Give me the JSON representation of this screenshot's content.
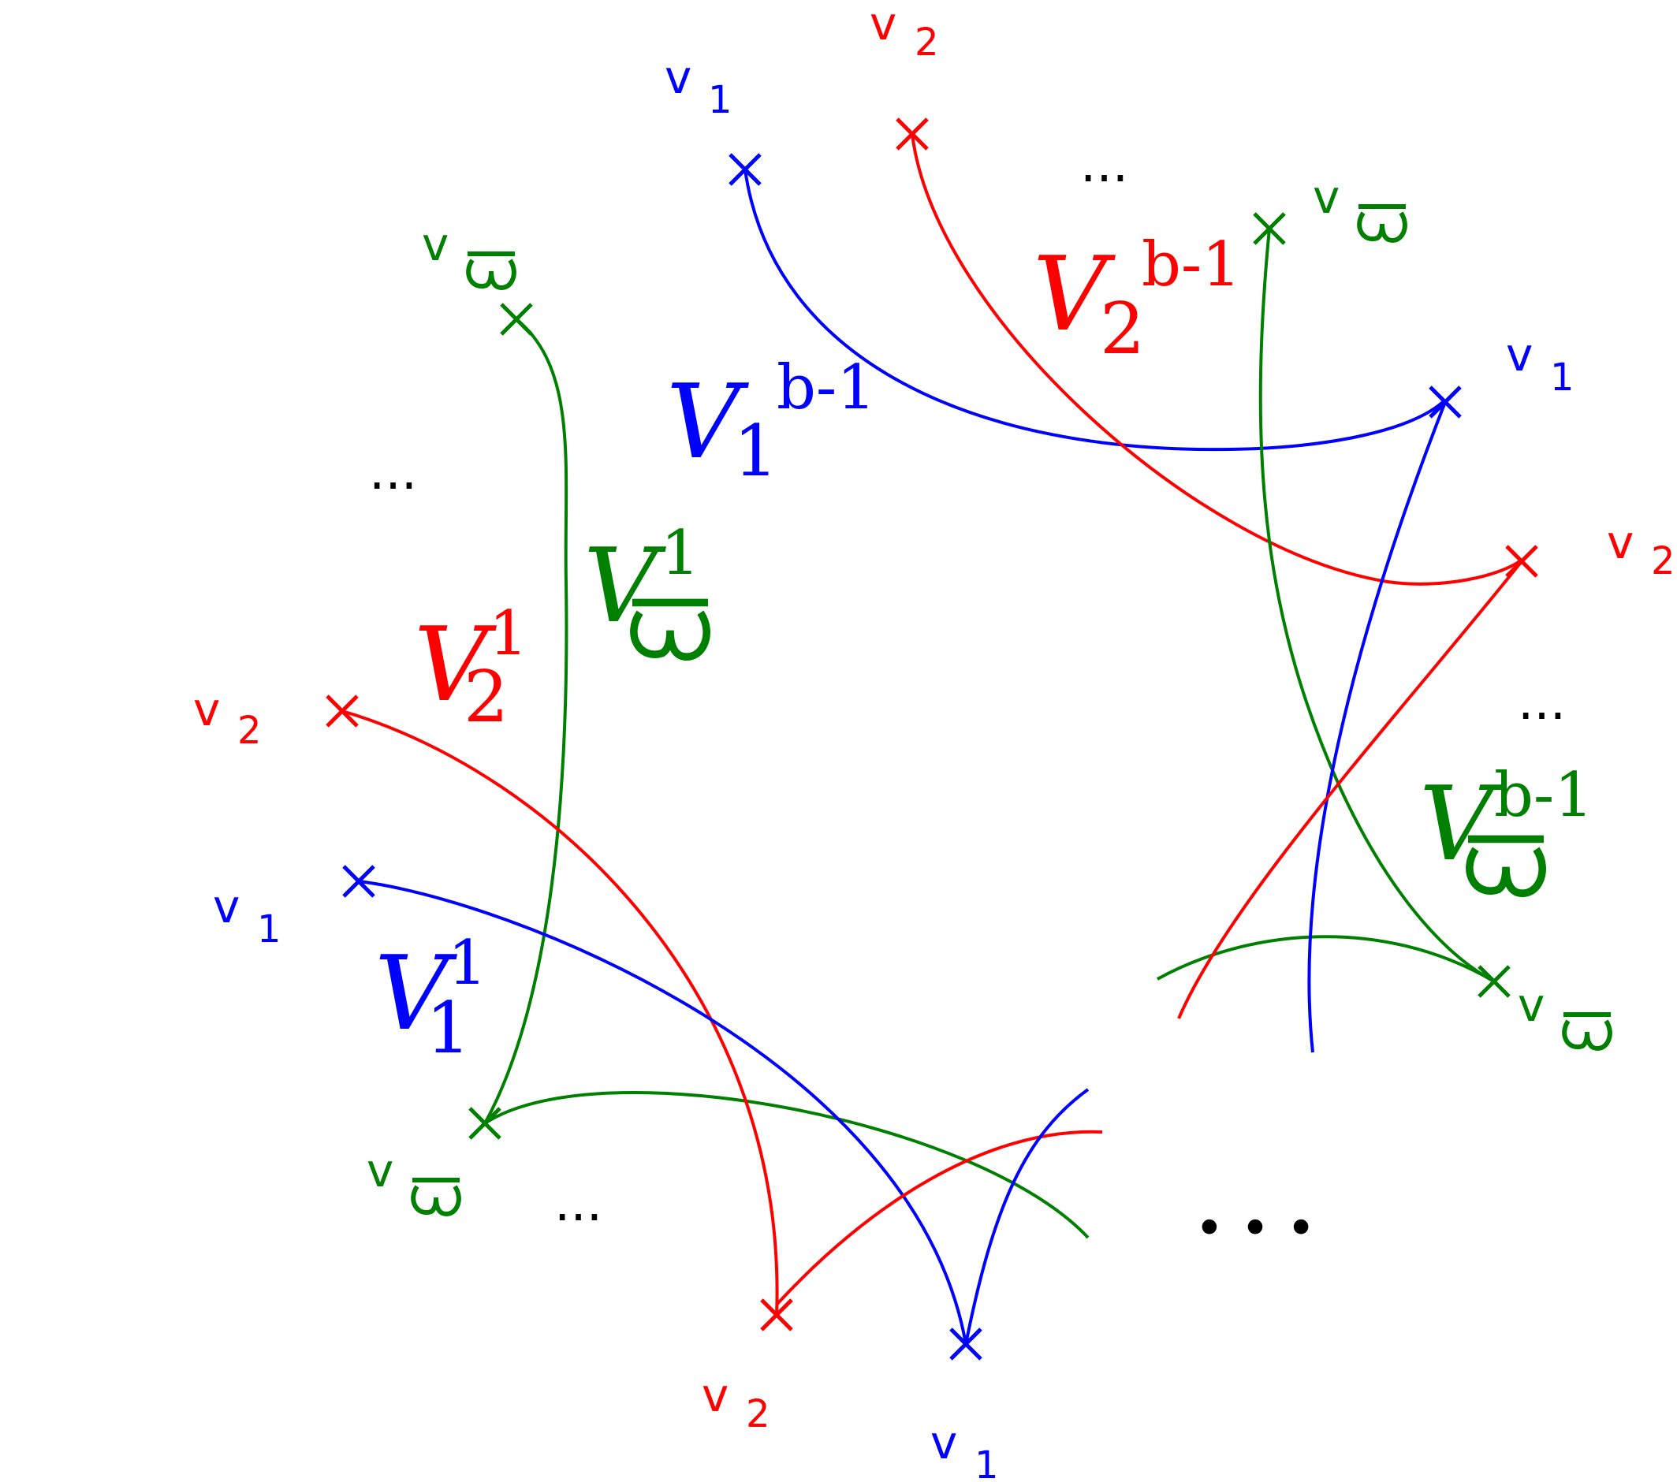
{
  "colors": {
    "blue": "#0000ff",
    "red": "#ff0000",
    "green": "#008000",
    "black": "#000000"
  },
  "icons": {
    "varpi": "varpi-glyph-icon",
    "cross": "cross-marker-icon"
  },
  "labels": {
    "v": "v",
    "one": "1",
    "two": "2",
    "big_v": "V",
    "b_minus_1": "b-1",
    "ellipsis": "...",
    "big_dots": "• • •"
  }
}
